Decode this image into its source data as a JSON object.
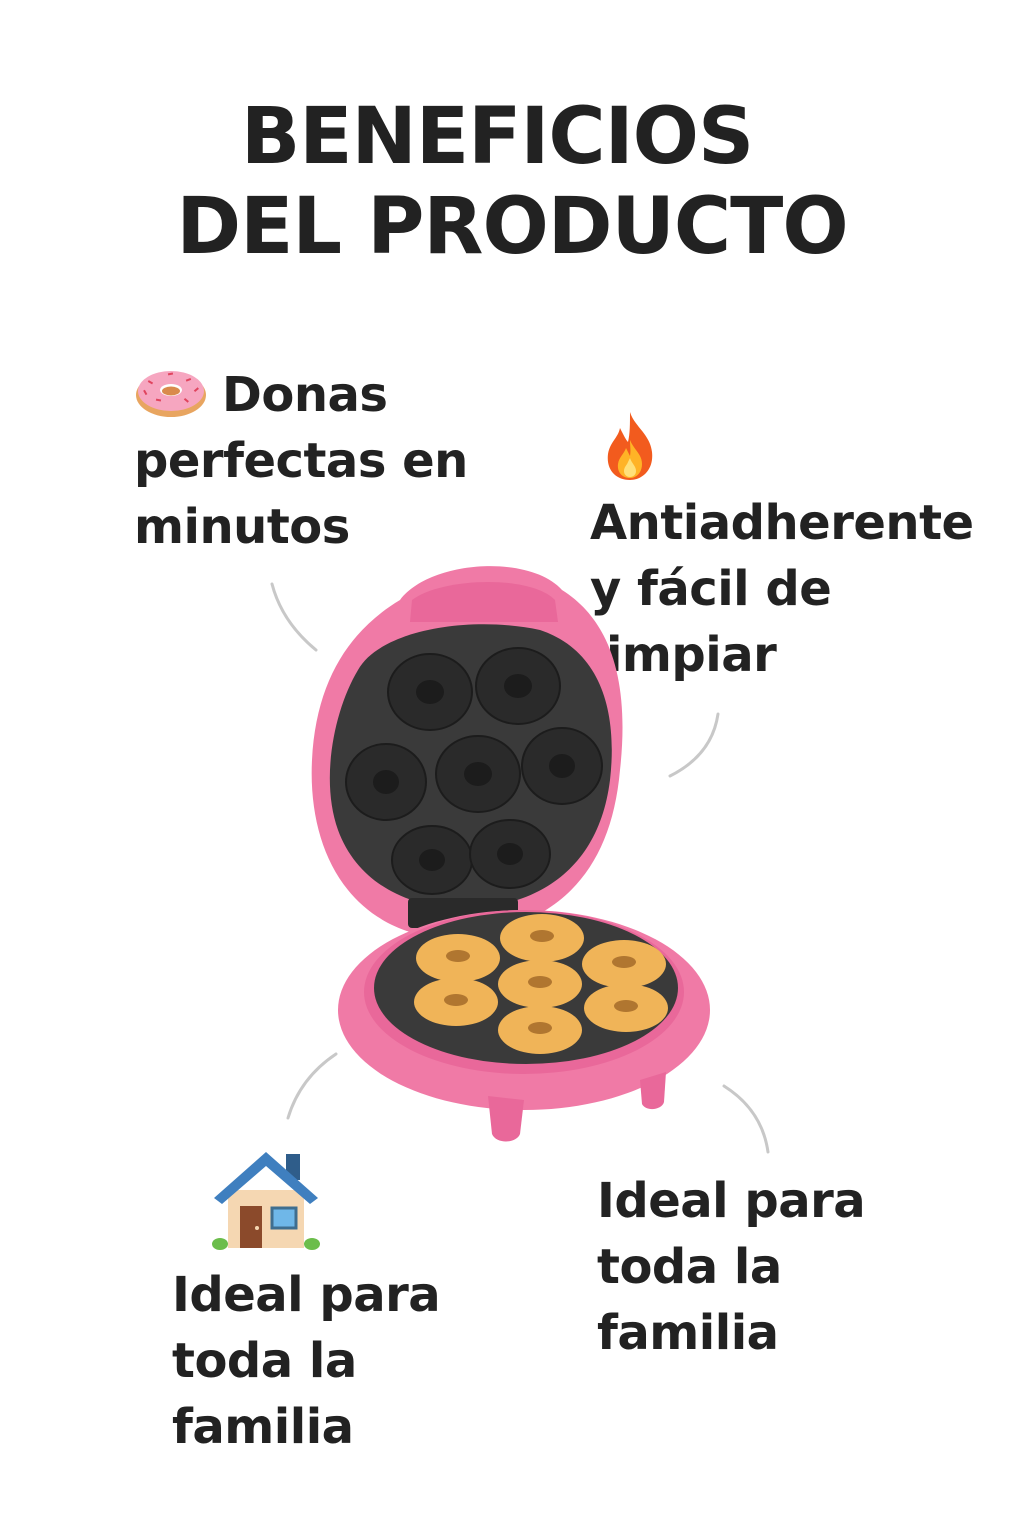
{
  "heading": {
    "line1": "BENEFICIOS",
    "line2": "DEL PRODUCTO"
  },
  "benefits": [
    {
      "icon": "donut-icon",
      "lines": [
        "Donas",
        "perfectas en",
        "minutos"
      ]
    },
    {
      "icon": "fire-icon",
      "lines": [
        "Antiadherente",
        "y fácil de",
        "limpiar"
      ]
    },
    {
      "icon": "house-icon",
      "lines": [
        "Ideal para",
        "toda la",
        "familia"
      ]
    },
    {
      "icon": "",
      "lines": [
        "Ideal para",
        "toda la",
        "familia"
      ]
    }
  ],
  "colors": {
    "text": "#222222",
    "appliance_pink": "#f07aa6",
    "nonstick_plate": "#3a3a3a",
    "donut_dough": "#f0b458",
    "connector_line": "#c8c8c8"
  }
}
